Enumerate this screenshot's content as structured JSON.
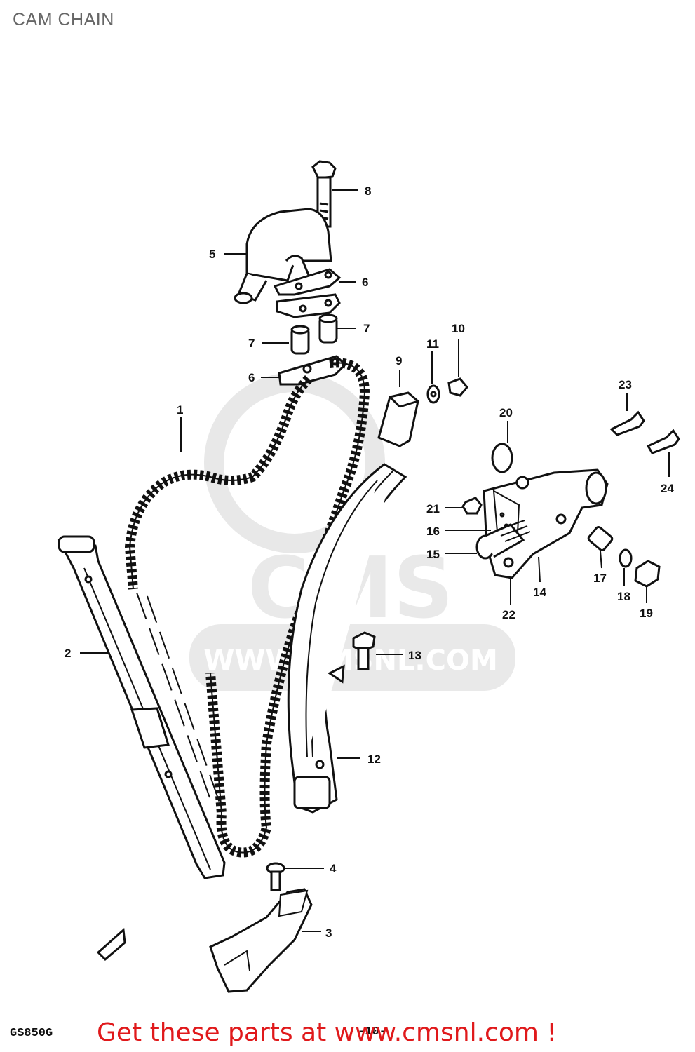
{
  "title": "CAM CHAIN",
  "model_code": "GS850G",
  "page_number": "-10-",
  "footer": {
    "text": "Get these parts at www.cmsnl.com !"
  },
  "watermark": {
    "brand": "CMS",
    "url": "WWW.CMSNL.COM"
  },
  "colors": {
    "link": "#e0191b",
    "ink": "#111111",
    "watermark": "#e6e6e6"
  },
  "callouts": [
    "1",
    "2",
    "3",
    "4",
    "5",
    "6",
    "6",
    "7",
    "7",
    "8",
    "9",
    "10",
    "11",
    "12",
    "13",
    "14",
    "15",
    "16",
    "17",
    "18",
    "19",
    "20",
    "21",
    "22",
    "23",
    "24"
  ]
}
